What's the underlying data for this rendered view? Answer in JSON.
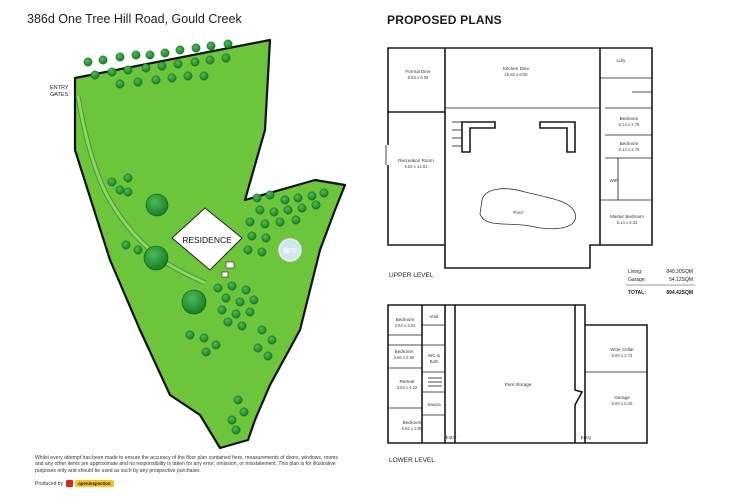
{
  "site": {
    "address": "386d One Tree Hill Road, Gould Creek",
    "labels": {
      "entry_gates_1": "ENTRY",
      "entry_gates_2": "GATES",
      "residence": "RESIDENCE",
      "water_tank": "W.T."
    },
    "colors": {
      "lawn": "#6cc53a",
      "tree": "#1f8c2e",
      "tree_light": "#3aa845",
      "border": "#111111",
      "tank": "#cfe7f5"
    }
  },
  "plans": {
    "title": "PROPOSED PLANS",
    "upper": {
      "level_label": "UPPER LEVEL",
      "rooms": {
        "formal_dine": {
          "name": "Formal Dine",
          "dims": "5.83 x 6.06"
        },
        "kitchen_dine": {
          "name": "Kitchen Dine",
          "dims": "15.82 x 6.06"
        },
        "ldry": {
          "name": "Ldry",
          "dims": ""
        },
        "bedroom_1": {
          "name": "Bedroom",
          "dims": "6.14 x 2.78"
        },
        "bedroom_2": {
          "name": "Bedroom",
          "dims": "6.14 x 2.79"
        },
        "recreation": {
          "name": "Recreation Room",
          "dims": "5.83 x 14.81"
        },
        "wir": {
          "name": "WIR",
          "dims": ""
        },
        "pool": {
          "name": "Pool",
          "dims": ""
        },
        "master": {
          "name": "Master Bedroom",
          "dims": "6.14 x 4.33"
        }
      }
    },
    "areas": {
      "living_label": "Living:",
      "living_value": "840.30SQM",
      "garage_label": "Garage:",
      "garage_value": "54.12SQM",
      "total_label": "TOTAL:",
      "total_value": "894.42SQM"
    },
    "lower": {
      "level_label": "LOWER LEVEL",
      "rooms": {
        "bedroom_a": {
          "name": "Bedroom",
          "dims": "3.53 x 3.53"
        },
        "void": {
          "name": "Void",
          "dims": ""
        },
        "bedroom_b": {
          "name": "Bedroom",
          "dims": "2.60 x 2.60"
        },
        "wc_1": {
          "name": "WC &",
          "dims": "Bath"
        },
        "retreat": {
          "name": "Retreat",
          "dims": "3.53 x 4.22"
        },
        "sauna": {
          "name": "Sauna",
          "dims": ""
        },
        "bedroom_c": {
          "name": "Bedroom",
          "dims": "5.82 x 3.85"
        },
        "entry_1": {
          "name": "Entry",
          "dims": ""
        },
        "pool_storage": {
          "name": "Pool Storage",
          "dims": ""
        },
        "entry_2": {
          "name": "Entry",
          "dims": ""
        },
        "wine_cellar": {
          "name": "Wine Cellar",
          "dims": "6.60 x 2.73"
        },
        "garage": {
          "name": "Garage",
          "dims": "6.60 x 8.20"
        }
      }
    }
  },
  "disclaimer": "Whilst every attempt has been made to ensure the accuracy of the floor plan contained here, measurements of doors, windows, rooms and any other items are approximate and no responsibility is taken for any error, omission, or misstatement. This plan is for illustrative purposes only and should be used as such by any prospective purchaser.",
  "produced": {
    "label": "Produced by",
    "brand": "openinspection"
  }
}
